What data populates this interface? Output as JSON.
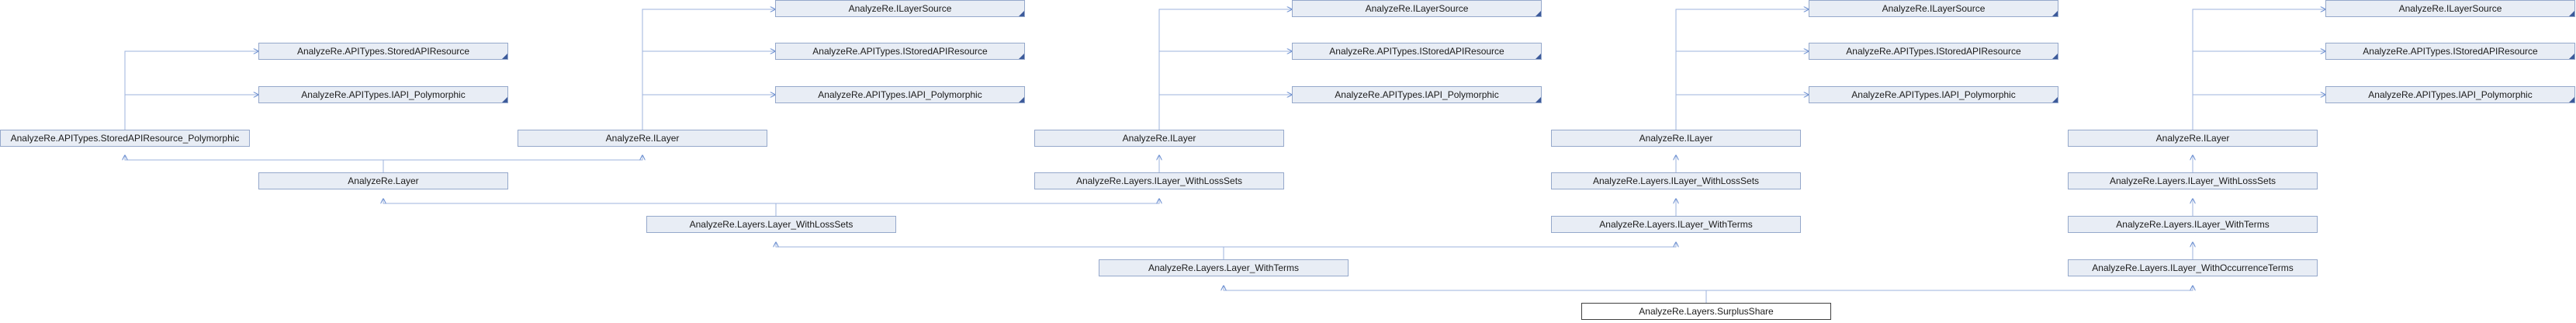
{
  "diagram": {
    "nodes": {
      "n_sapir1": "AnalyzeRe.APITypes.StoredAPIResource",
      "n_iapi1": "AnalyzeRe.APITypes.IAPI_Polymorphic",
      "n_sarp": "AnalyzeRe.APITypes.StoredAPIResource_Polymorphic",
      "n_layer": "AnalyzeRe.Layer",
      "n_ils2": "AnalyzeRe.ILayerSource",
      "n_isar2": "AnalyzeRe.APITypes.IStoredAPIResource",
      "n_iapi2": "AnalyzeRe.APITypes.IAPI_Polymorphic",
      "n_ilayer2": "AnalyzeRe.ILayer",
      "n_lwls": "AnalyzeRe.Layers.Layer_WithLossSets",
      "n_ils3": "AnalyzeRe.ILayerSource",
      "n_isar3": "AnalyzeRe.APITypes.IStoredAPIResource",
      "n_iapi3": "AnalyzeRe.APITypes.IAPI_Polymorphic",
      "n_ilayer3": "AnalyzeRe.ILayer",
      "n_ilwls3": "AnalyzeRe.Layers.ILayer_WithLossSets",
      "n_lwt": "AnalyzeRe.Layers.Layer_WithTerms",
      "n_ils4": "AnalyzeRe.ILayerSource",
      "n_isar4": "AnalyzeRe.APITypes.IStoredAPIResource",
      "n_iapi4": "AnalyzeRe.APITypes.IAPI_Polymorphic",
      "n_ilayer4": "AnalyzeRe.ILayer",
      "n_ilwls4": "AnalyzeRe.Layers.ILayer_WithLossSets",
      "n_ilwt4": "AnalyzeRe.Layers.ILayer_WithTerms",
      "n_surplus": "AnalyzeRe.Layers.SurplusShare",
      "n_ils5": "AnalyzeRe.ILayerSource",
      "n_isar5": "AnalyzeRe.APITypes.IStoredAPIResource",
      "n_iapi5": "AnalyzeRe.APITypes.IAPI_Polymorphic",
      "n_ilayer5": "AnalyzeRe.ILayer",
      "n_ilwls5": "AnalyzeRe.Layers.ILayer_WithLossSets",
      "n_ilwt5": "AnalyzeRe.Layers.ILayer_WithTerms",
      "n_ilwot5": "AnalyzeRe.Layers.ILayer_WithOccurrenceTerms"
    }
  }
}
